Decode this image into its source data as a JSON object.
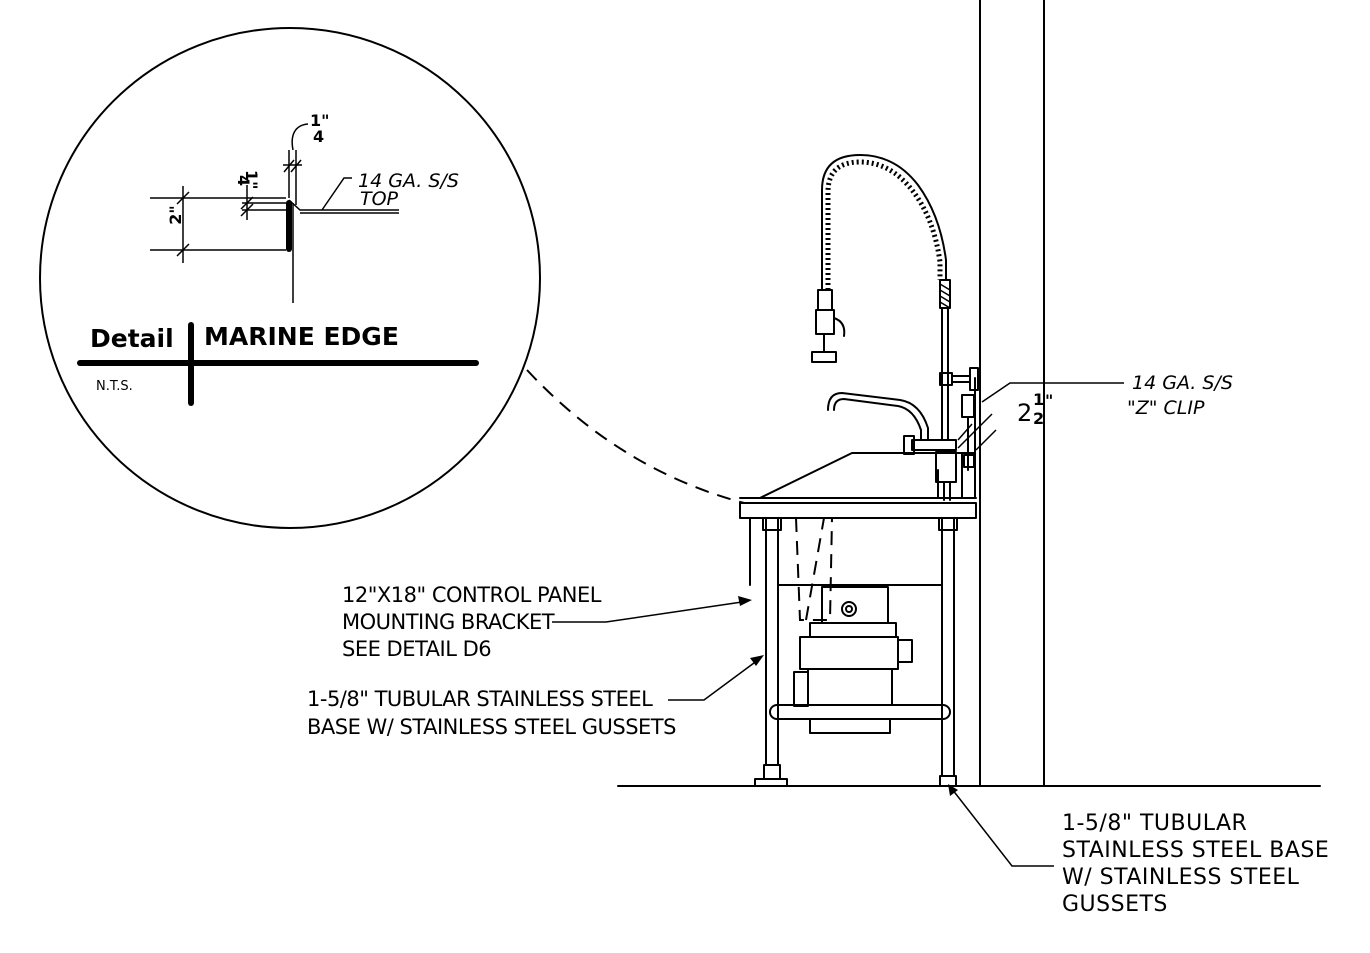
{
  "detail": {
    "title_left": "Detail",
    "title_right": "MARINE EDGE",
    "scale": "N.T.S.",
    "callout_line1": "14 GA. S/S",
    "callout_line2": "TOP",
    "dim_quarter_top": "1\"",
    "dim_quarter_top_den": "4",
    "dim_quarter_side": "1\"",
    "dim_quarter_side_den": "4",
    "dim_two": "2\""
  },
  "zclip": {
    "line1": "14 GA. S/S",
    "line2": "\"Z\" CLIP",
    "dim_whole": "2",
    "dim_num": "1",
    "dim_den": "2",
    "dim_quote": "\""
  },
  "labels": {
    "control_panel_1": "12\"X18\" CONTROL PANEL",
    "control_panel_2": "MOUNTING BRACKET",
    "control_panel_3": "SEE DETAIL D6",
    "base_left_1": "1-5/8\" TUBULAR STAINLESS STEEL",
    "base_left_2": "BASE W/ STAINLESS STEEL GUSSETS",
    "base_right_1": "1-5/8\" TUBULAR",
    "base_right_2": "STAINLESS STEEL BASE",
    "base_right_3": "W/ STAINLESS STEEL",
    "base_right_4": "GUSSETS"
  }
}
